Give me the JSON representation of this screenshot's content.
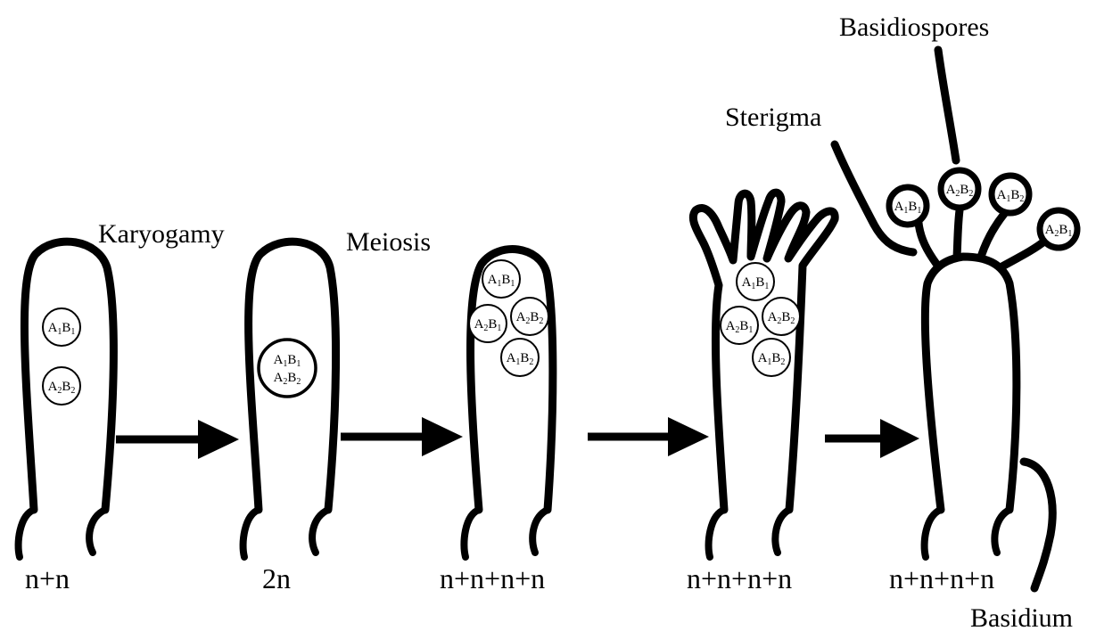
{
  "labels": {
    "karyogamy": "Karyogamy",
    "meiosis": "Meiosis",
    "sterigma": "Sterigma",
    "basidiospores": "Basidiospores",
    "basidium": "Basidium"
  },
  "stages": [
    {
      "ploidy": "n+n",
      "nuclei": [
        [
          "A",
          "1",
          "B",
          "1"
        ],
        [
          "A",
          "2",
          "B",
          "2"
        ]
      ]
    },
    {
      "ploidy": "2n",
      "nuclei": [
        [
          "A",
          "1",
          "B",
          "1"
        ],
        [
          "A",
          "2",
          "B",
          "2"
        ]
      ]
    },
    {
      "ploidy": "n+n+n+n",
      "nuclei": [
        [
          "A",
          "1",
          "B",
          "1"
        ],
        [
          "A",
          "2",
          "B",
          "1"
        ],
        [
          "A",
          "2",
          "B",
          "2"
        ],
        [
          "A",
          "1",
          "B",
          "2"
        ]
      ]
    },
    {
      "ploidy": "n+n+n+n",
      "nuclei": [
        [
          "A",
          "1",
          "B",
          "1"
        ],
        [
          "A",
          "2",
          "B",
          "1"
        ],
        [
          "A",
          "2",
          "B",
          "2"
        ],
        [
          "A",
          "1",
          "B",
          "2"
        ]
      ]
    },
    {
      "ploidy": "n+n+n+n",
      "spores": [
        [
          "A",
          "1",
          "B",
          "1"
        ],
        [
          "A",
          "2",
          "B",
          "2"
        ],
        [
          "A",
          "1",
          "B",
          "2"
        ],
        [
          "A",
          "2",
          "B",
          "1"
        ]
      ]
    }
  ]
}
